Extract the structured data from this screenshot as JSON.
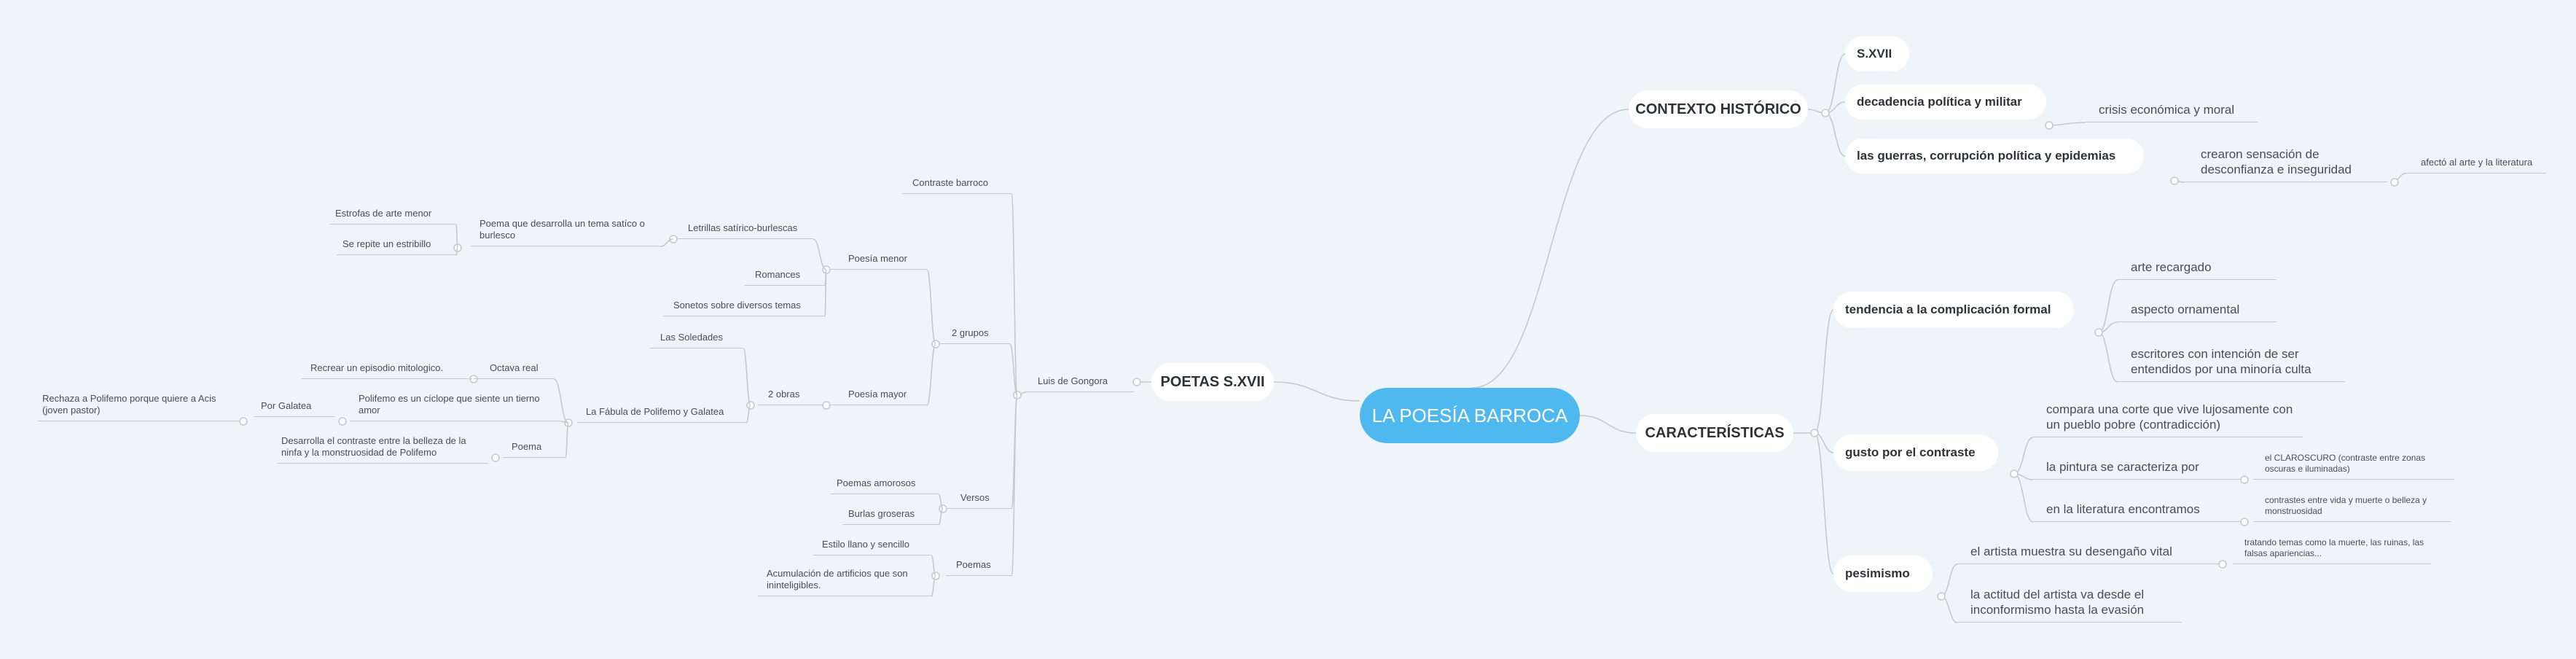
{
  "root": "LA POESÍA BARROCA",
  "contexto": {
    "title": "CONTEXTO HISTÓRICO",
    "sxvii": "S.XVII",
    "decadencia": "decadencia política y militar",
    "crisis": "crisis económica y moral",
    "guerras": "las guerras, corrupción política y epidemias",
    "crearon": "crearon sensación de desconfianza e inseguridad",
    "afecto": "afectó al arte y la literatura"
  },
  "caracteristicas": {
    "title": "CARACTERÍSTICAS",
    "tendencia": "tendencia a la complicación formal",
    "arte_recargado": "arte recargado",
    "aspecto": "aspecto ornamental",
    "escritores": "escritores con intención de ser entendidos por una minoría culta",
    "gusto": "gusto por el contraste",
    "compara": "compara una corte que vive lujosamente con un pueblo pobre (contradicción)",
    "pintura": "la pintura se caracteriza por",
    "claroscuro": "el CLAROSCURO (contraste entre zonas oscuras e iluminadas)",
    "literatura": "en la literatura encontramos",
    "contrastes": "contrastes entre vida y muerte o belleza y monstruosidad",
    "pesimismo": "pesimismo",
    "desengano": "el artista muestra su desengaño vital",
    "temas": "tratando temas como la muerte, las ruinas, las falsas apariencias...",
    "actitud": "la actitud del artista va desde el inconformismo hasta la evasión"
  },
  "poetas": {
    "title": "POETAS S.XVII",
    "gongora": "Luis de Gongora",
    "contraste_barroco": "Contraste barroco",
    "dos_grupos": "2 grupos",
    "poesia_menor": "Poesía menor",
    "letrillas": "Letrillas satírico-burlescas",
    "poema_tema": "Poema que desarrolla un tema satíco o burlesco",
    "estrofas": "Estrofas de arte menor",
    "estribillo": "Se repite un estribillo",
    "romances": "Romances",
    "sonetos": "Sonetos sobre diversos temas",
    "poesia_mayor": "Poesía mayor",
    "dos_obras": "2 obras",
    "soledades": "Las Soledades",
    "fabula": "La Fábula de Polifemo y Galatea",
    "octava": "Octava real",
    "recrear": "Recrear un episodio mitologico.",
    "polifemo_es": "Polifemo es un cíclope que siente un tierno amor",
    "por_galatea": "Por Galatea",
    "rechaza": "Rechaza a Polifemo porque quiere a Acis (joven pastor)",
    "poema": "Poema",
    "desarrolla": "Desarrolla el contraste entre la belleza de la ninfa y la monstruosidad de Polifemo",
    "versos": "Versos",
    "poemas_amorosos": "Poemas amorosos",
    "burlas": "Burlas groseras",
    "poemas": "Poemas",
    "estilo": "Estilo llano y sencillo",
    "acumulacion": "Acumulación de artificios que son ininteligibles."
  },
  "colors": {
    "root_bg": "#4fb9ef",
    "root_text": "#ffffff",
    "background": "#eef4f7",
    "line": "#c3cbd0",
    "pill_bg": "#ffffff"
  }
}
